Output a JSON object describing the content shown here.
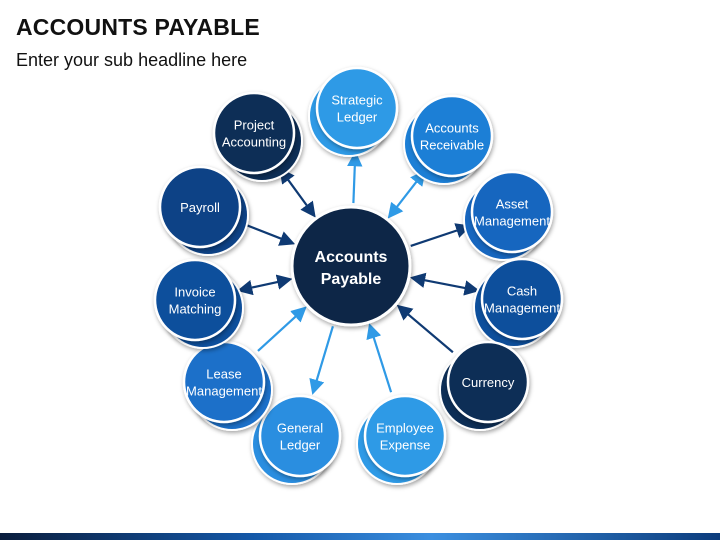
{
  "header": {
    "title": "ACCOUNTS PAYABLE",
    "subtitle": "Enter your sub headline here"
  },
  "center": {
    "lines": [
      "Accounts",
      "Payable"
    ],
    "color": "#0b2547"
  },
  "nodes": [
    {
      "id": "strategic-ledger",
      "lines": [
        "Strategic",
        "Ledger"
      ],
      "color": "#2f9ae6",
      "dir": "out"
    },
    {
      "id": "accounts-receivable",
      "lines": [
        "Accounts",
        "Receivable"
      ],
      "color": "#1f7fd6",
      "dir": "both"
    },
    {
      "id": "asset-management",
      "lines": [
        "Asset",
        "Management"
      ],
      "color": "#1666bf",
      "dir": "out"
    },
    {
      "id": "cash-management",
      "lines": [
        "Cash",
        "Management"
      ],
      "color": "#114f9c",
      "dir": "both"
    },
    {
      "id": "currency",
      "lines": [
        "Currency"
      ],
      "color": "#0b2d57",
      "dir": "in"
    },
    {
      "id": "employee-expense",
      "lines": [
        "Employee",
        "Expense"
      ],
      "color": "#2f9ae6",
      "dir": "in"
    },
    {
      "id": "general-ledger",
      "lines": [
        "General",
        "Ledger"
      ],
      "color": "#2a8ee0",
      "dir": "out"
    },
    {
      "id": "lease-management",
      "lines": [
        "Lease",
        "Management"
      ],
      "color": "#1a6fc9",
      "dir": "in"
    },
    {
      "id": "invoice-matching",
      "lines": [
        "Invoice",
        "Matching"
      ],
      "color": "#114f9c",
      "dir": "both"
    },
    {
      "id": "payroll",
      "lines": [
        "Payroll"
      ],
      "color": "#0f4386",
      "dir": "in"
    },
    {
      "id": "project-accounting",
      "lines": [
        "Project",
        "Accounting"
      ],
      "color": "#0b2d57",
      "dir": "both"
    }
  ],
  "colors": {
    "dark_navy": "#0b2547",
    "arrow_dark": "#0f3a73",
    "arrow_light": "#2f9ae6"
  }
}
